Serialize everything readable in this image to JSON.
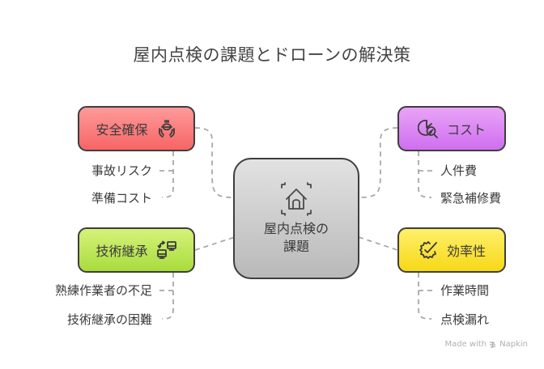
{
  "title": "屋内点検の課題とドローンの解決策",
  "center": {
    "label_line1": "屋内点検の",
    "label_line2": "課題",
    "icon": "house-scan-icon"
  },
  "branches": [
    {
      "label": "安全確保",
      "icon": "helmet-hands-icon",
      "color": "#f87171",
      "items": [
        "事故リスク",
        "準備コスト"
      ]
    },
    {
      "label": "コスト",
      "icon": "chart-search-icon",
      "color": "#d47cf2",
      "items": [
        "人件費",
        "緊急補修費"
      ]
    },
    {
      "label": "技術継承",
      "icon": "computers-transfer-icon",
      "color": "#b6e34e",
      "items": [
        "熟練作業者の不足",
        "技術継承の困難"
      ]
    },
    {
      "label": "効率性",
      "icon": "gear-check-icon",
      "color": "#fbe12c",
      "items": [
        "作業時間",
        "点検漏れ"
      ]
    }
  ],
  "footer": {
    "text": "Made with",
    "brand": "Napkin",
    "icon": "napkin-logo-icon"
  }
}
